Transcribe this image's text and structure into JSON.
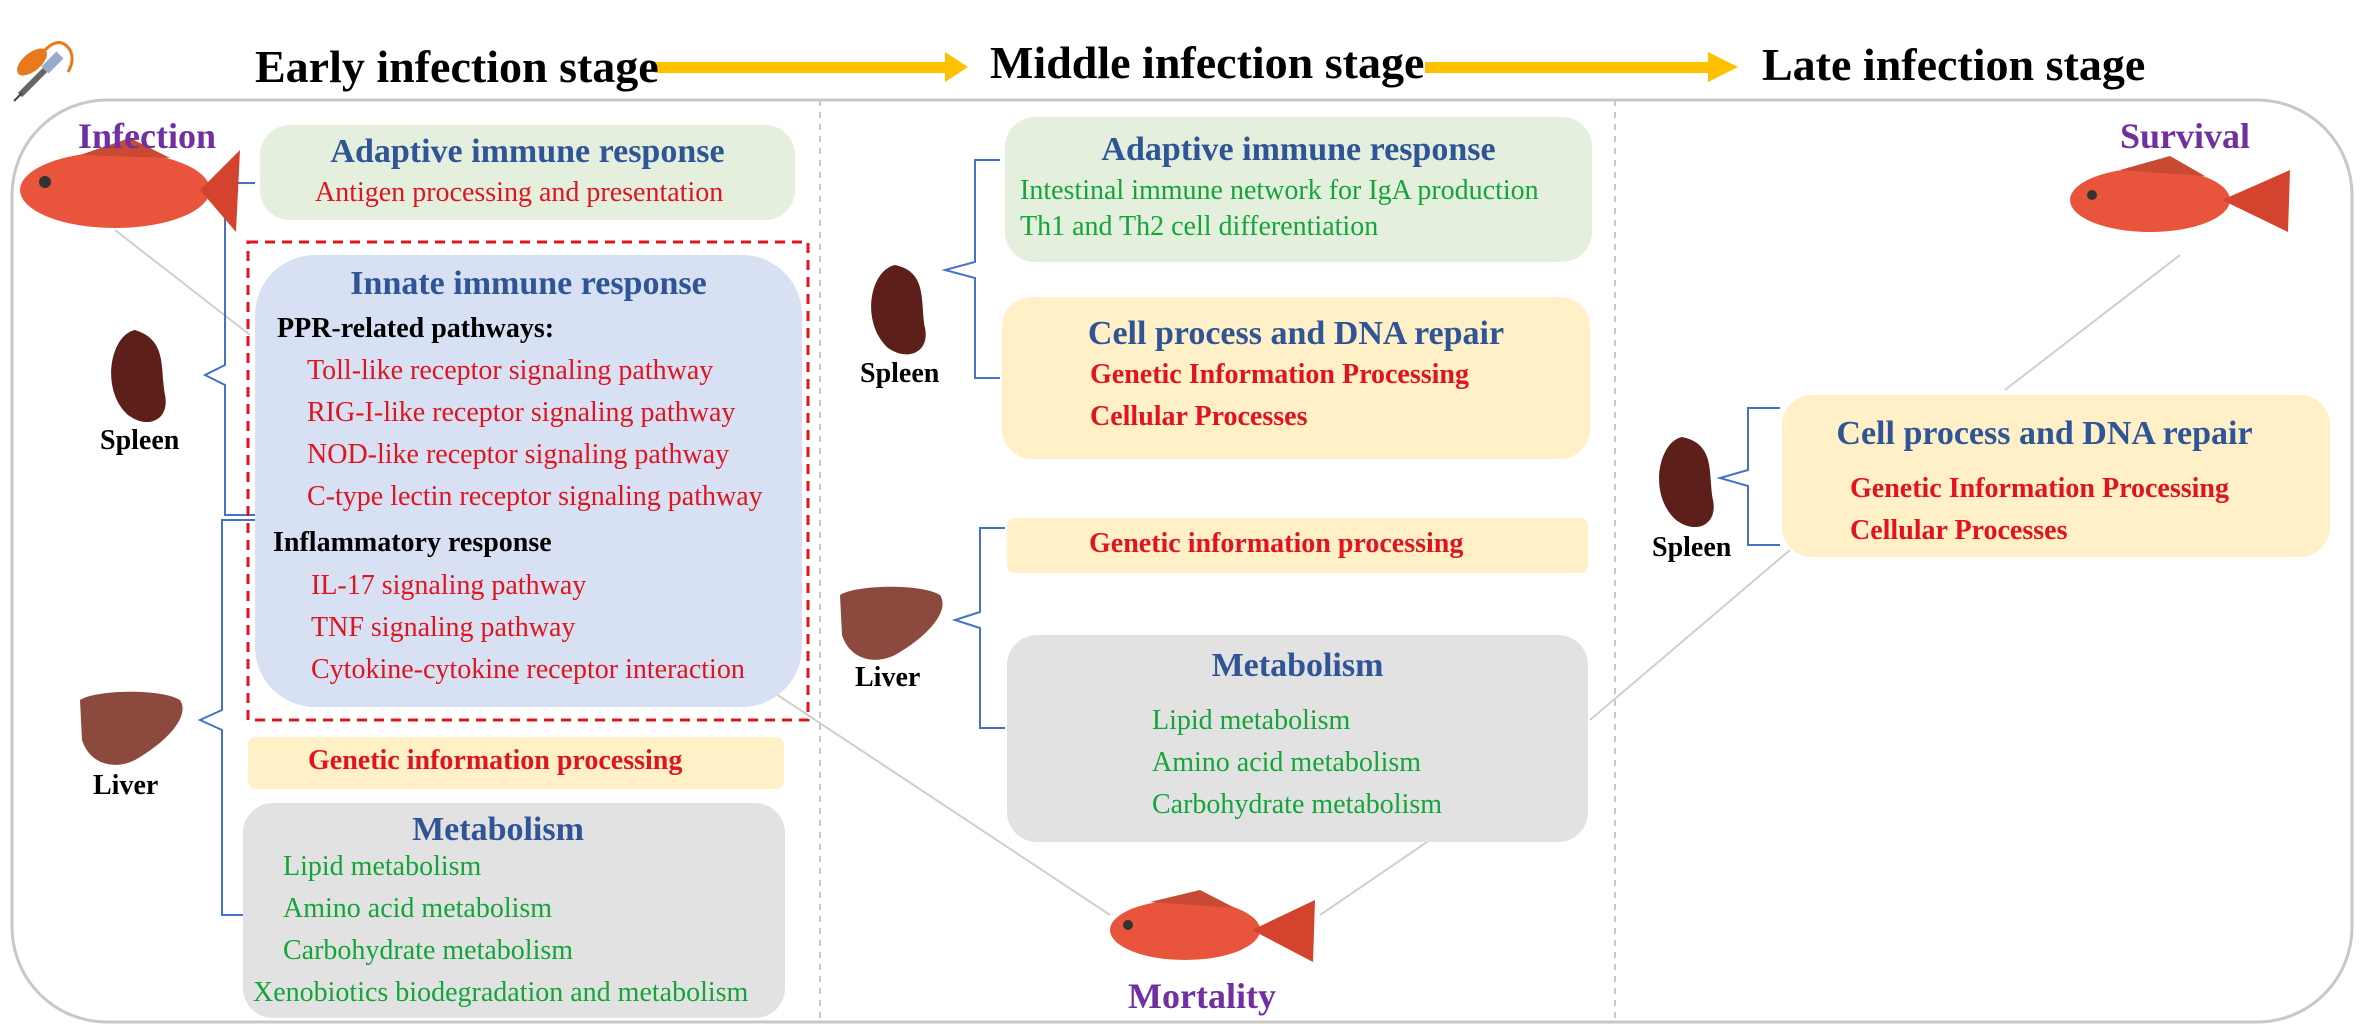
{
  "stages": {
    "early": "Early infection stage",
    "middle": "Middle infection stage",
    "late": "Late infection stage"
  },
  "outcomes": {
    "infection": "Infection",
    "survival": "Survival",
    "mortality": "Mortality"
  },
  "organs": {
    "spleen": "Spleen",
    "liver": "Liver"
  },
  "early": {
    "adaptive": {
      "title": "Adaptive immune response",
      "items": [
        "Antigen processing and presentation"
      ]
    },
    "innate": {
      "title": "Innate immune response",
      "ppr_header": "PPR-related pathways:",
      "ppr_items": [
        "Toll-like receptor signaling pathway",
        "RIG-I-like receptor signaling pathway",
        "NOD-like receptor signaling pathway",
        "C-type lectin receptor signaling pathway"
      ],
      "inflam_header": "Inflammatory response",
      "inflam_items": [
        "IL-17 signaling pathway",
        "TNF signaling pathway",
        "Cytokine-cytokine receptor interaction"
      ]
    },
    "genetic": "Genetic information processing",
    "metabolism": {
      "title": "Metabolism",
      "items": [
        "Lipid metabolism",
        "Amino acid metabolism",
        "Carbohydrate metabolism",
        "Xenobiotics biodegradation and metabolism"
      ]
    }
  },
  "middle": {
    "adaptive": {
      "title": "Adaptive immune response",
      "items": [
        "Intestinal immune network for IgA production",
        "Th1 and Th2 cell differentiation"
      ]
    },
    "cell": {
      "title": "Cell process and DNA repair",
      "items": [
        "Genetic Information Processing",
        "Cellular Processes"
      ]
    },
    "genetic": "Genetic information processing",
    "metabolism": {
      "title": "Metabolism",
      "items": [
        "Lipid metabolism",
        "Amino acid metabolism",
        "Carbohydrate metabolism"
      ]
    }
  },
  "late": {
    "cell": {
      "title": "Cell process and DNA repair",
      "items": [
        "Genetic Information Processing",
        "Cellular Processes"
      ]
    }
  },
  "colors": {
    "arrow": "#ffc000",
    "title_blue": "#2f5597",
    "red_text": "#e0141e",
    "green_text": "#13a539",
    "purple": "#7030a0"
  }
}
